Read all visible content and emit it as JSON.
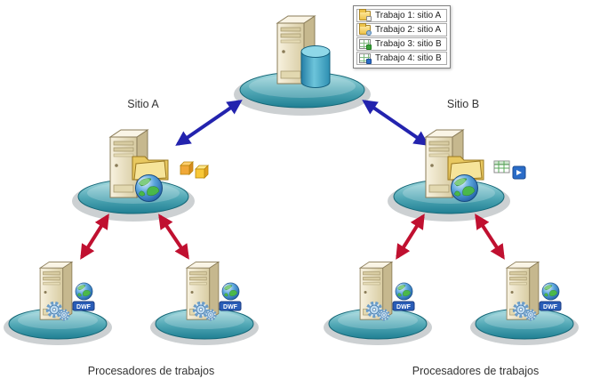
{
  "legend": {
    "items": [
      {
        "label": "Trabajo 1: sitio A",
        "icon": "job-folder-icon"
      },
      {
        "label": "Trabajo 2: sitio A",
        "icon": "job-folder-gear-icon"
      },
      {
        "label": "Trabajo 3: sitio B",
        "icon": "job-grid-plus-icon"
      },
      {
        "label": "Trabajo 4: sitio B",
        "icon": "job-grid-publish-icon"
      }
    ]
  },
  "labels": {
    "site_a": "Sitio A",
    "site_b": "Sitio B",
    "processors_left": "Procesadores de trabajos",
    "processors_right": "Procesadores de trabajos"
  },
  "badges": {
    "dwf": "DWF"
  },
  "icons": {
    "server": "server-tower",
    "database": "database-cylinder",
    "globe": "web-globe",
    "folder": "shared-folder",
    "gears": "processor-gears",
    "cubes": "design-object-cubes",
    "grid": "sheet-grid",
    "publish": "publish-arrow"
  },
  "colors": {
    "platform_top": "#a6dbe0",
    "platform_bottom": "#1f7f93",
    "arrow_blue": "#2323ae",
    "arrow_red": "#c01030",
    "server_front": "#f6f0dc",
    "server_side": "#c6b88e"
  }
}
